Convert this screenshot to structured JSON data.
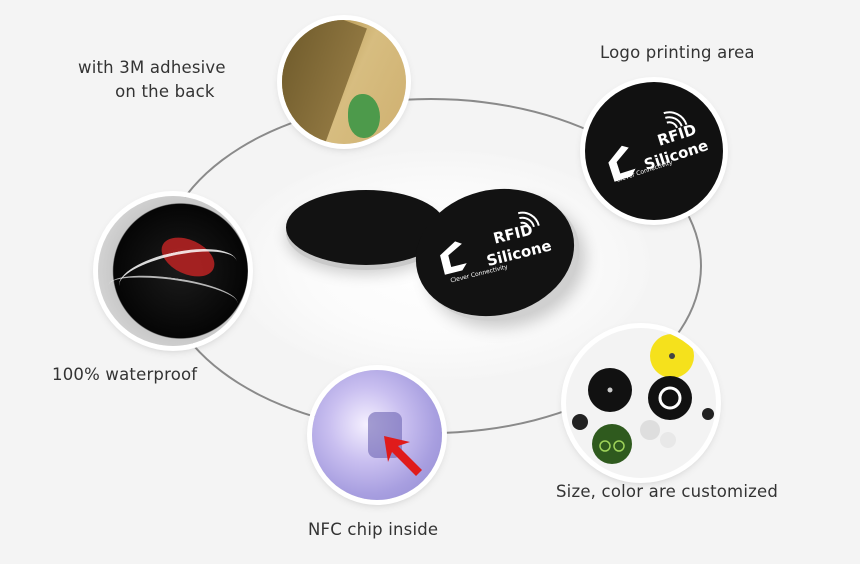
{
  "captions": {
    "adhesive": [
      "with 3M adhesive",
      "on the back"
    ],
    "logo_area": "Logo printing area",
    "waterproof": "100% waterproof",
    "nfc": "NFC chip inside",
    "custom": "Size, color are customized"
  },
  "brand": {
    "rfid": "RFID",
    "silicone": "Silicone",
    "tagline": "Clever Connectivity"
  },
  "colors": {
    "orbit": "#8a8a8a",
    "token": "#121212",
    "adhesive": "#b99a55",
    "arrow": "#e01b1b",
    "yellow_tag": "#f5e11c",
    "green_tag": "#2f5a1e"
  }
}
